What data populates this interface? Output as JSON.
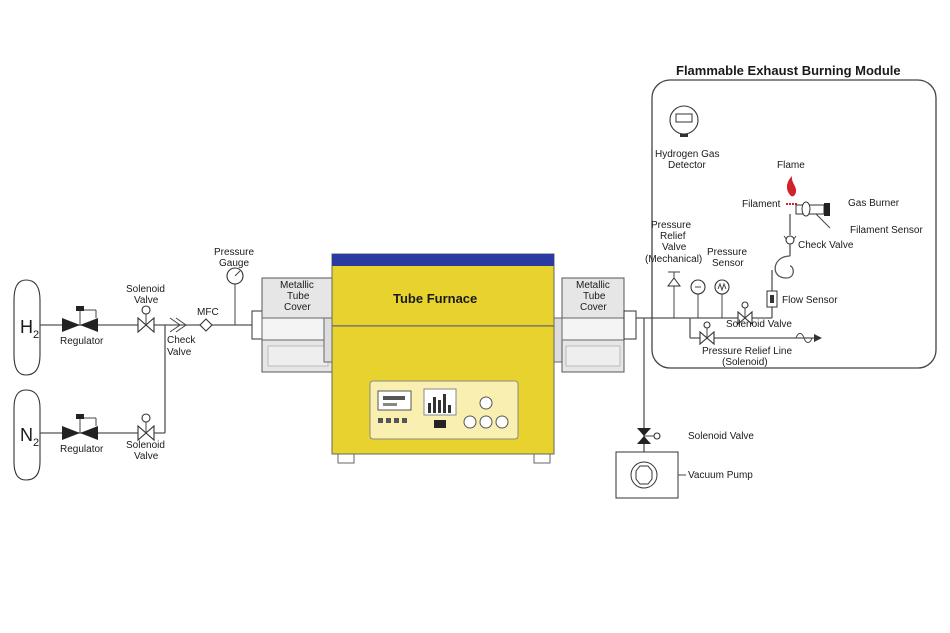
{
  "title": "Flammable Exhaust Burning Module",
  "furnace": {
    "label": "Tube Furnace"
  },
  "cylinders": [
    {
      "symbol": "H",
      "subscript": "2"
    },
    {
      "symbol": "N",
      "subscript": "2"
    }
  ],
  "labels": {
    "regulator": "Regulator",
    "solenoid_valve_l1": "Solenoid",
    "solenoid_valve_l2": "Valve",
    "check_valve_l1": "Check",
    "check_valve_l2": "Valve",
    "mfc": "MFC",
    "pressure_gauge_l1": "Pressure",
    "pressure_gauge_l2": "Gauge",
    "metallic_cover_l1": "Metallic",
    "metallic_cover_l2": "Tube",
    "metallic_cover_l3": "Cover",
    "hydrogen_detector_l1": "Hydrogen Gas",
    "hydrogen_detector_l2": "Detector",
    "flame": "Flame",
    "filament": "Filament",
    "gas_burner": "Gas Burner",
    "filament_sensor": "Filament Sensor",
    "check_valve": "Check Valve",
    "prv_l1": "Pressure",
    "prv_l2": "Relief",
    "prv_l3": "Valve",
    "prv_l4": "(Mechanical)",
    "pressure_sensor_l1": "Pressure",
    "pressure_sensor_l2": "Sensor",
    "flow_sensor": "Flow Sensor",
    "solenoid_valve": "Solenoid Valve",
    "relief_line_l1": "Pressure Relief Line",
    "relief_line_l2": "(Solenoid)",
    "vacuum_solenoid": "Solenoid Valve",
    "vacuum_pump": "Vacuum Pump"
  },
  "colors": {
    "furnace_body": "#e8d32e",
    "furnace_top": "#2b3aa0",
    "flame": "#d0222a",
    "cover": "#e6e6e6"
  }
}
